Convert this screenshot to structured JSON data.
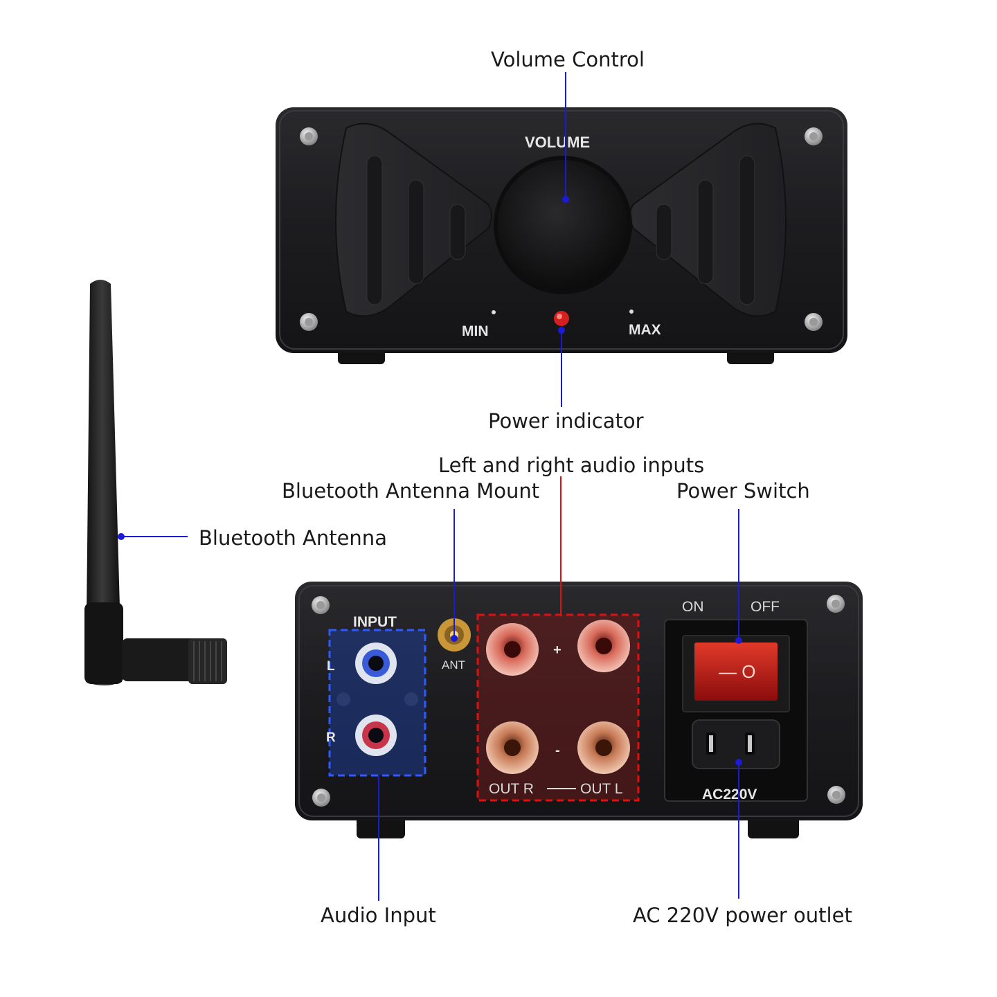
{
  "callouts": {
    "volume_control": "Volume Control",
    "power_indicator": "Power indicator",
    "left_right_inputs": "Left and right audio inputs",
    "antenna_mount": "Bluetooth Antenna Mount",
    "power_switch": "Power Switch",
    "bt_antenna": "Bluetooth Antenna",
    "audio_input": "Audio Input",
    "ac_outlet": "AC 220V power outlet"
  },
  "front_panel": {
    "volume": "VOLUME",
    "min": "MIN",
    "max": "MAX"
  },
  "rear_panel": {
    "input": "INPUT",
    "left": "L",
    "right": "R",
    "ant": "ANT",
    "plus": "+",
    "minus": "-",
    "out_r": "OUT R",
    "out_l": "OUT L",
    "on": "ON",
    "off": "OFF",
    "ac": "AC220V",
    "switch_mark": "— O"
  },
  "colors": {
    "leader_blue": "#1b1bd6",
    "leader_red": "#e01010",
    "chassis": "#1c1c1e",
    "led": "#d42020"
  }
}
